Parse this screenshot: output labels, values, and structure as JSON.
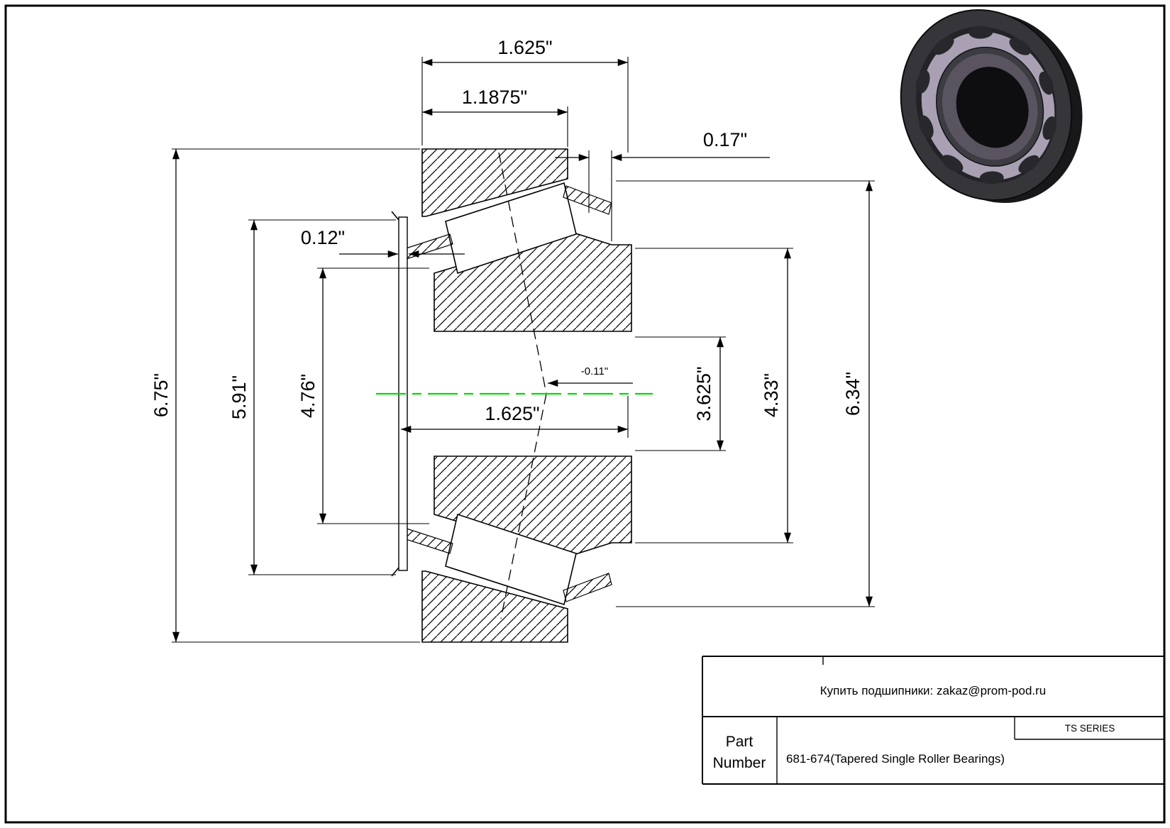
{
  "drawing": {
    "dims": {
      "top_width": "1.625\"",
      "cup_width": "1.1875\"",
      "back_offset": "0.17\"",
      "front_offset": "0.12\"",
      "height_outer": "6.75\"",
      "height_flange": "5.91\"",
      "height_cone": "4.76\"",
      "bore_width": "1.625\"",
      "apex_offset": "-0.11\"",
      "dia_inner": "3.625\"",
      "dia_cone": "4.33\"",
      "dia_cup": "6.34\""
    },
    "centerline_color": "#00dd00",
    "line_color": "#000000"
  },
  "title_block": {
    "contact": "Купить подшипники: zakaz@prom-pod.ru",
    "series": "TS SERIES",
    "part_label_1": "Part",
    "part_label_2": "Number",
    "part_value": "681-674(Tapered Single Roller Bearings)"
  }
}
